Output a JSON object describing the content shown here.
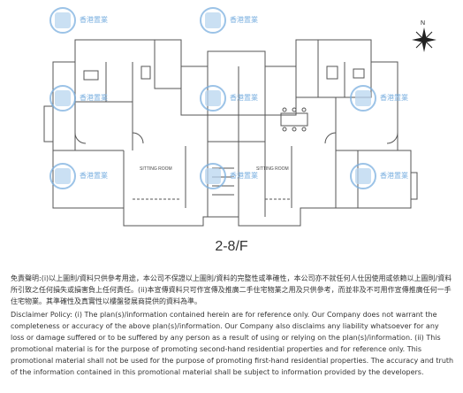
{
  "floor_plan": {
    "floor_label": "2-8/F",
    "compass_label": "N",
    "watermark_text": "香港置業",
    "room_labels": {
      "living_left": "SITTING ROOM",
      "living_right": "SITTING ROOM"
    }
  },
  "disclaimer": {
    "zh": "免責聲明:(i)以上圖則/資料只供參考用途，本公司不保證以上圖則/資料的完整性或準確性，本公司亦不就任何人仕因使用或依賴以上圖則/資料所引致之任何損失或損害負上任何責任。(ii)本宣傳資料只可作宣傳及推廣二手住宅物業之用及只供參考，而並非及不可用作宣傳推廣任何一手住宅物業。其準確性及真實性以樓盤發展商提供的資料為準。",
    "en": "Disclaimer Policy: (i) The plan(s)/information contained herein are for reference only. Our Company does not warrant the completeness or accuracy of the above plan(s)/information. Our Company also disclaims any liability whatsoever for any loss or damage suffered or to be suffered by any person as a result of using or relying on the plan(s)/information. (ii) This promotional material is for the purpose of promoting second-hand residential properties and for reference only. This promotional material shall not be used for the purpose of promoting first-hand residential properties. The accuracy and truth of the information contained in this promotional material shall be subject to information provided by the developers."
  }
}
